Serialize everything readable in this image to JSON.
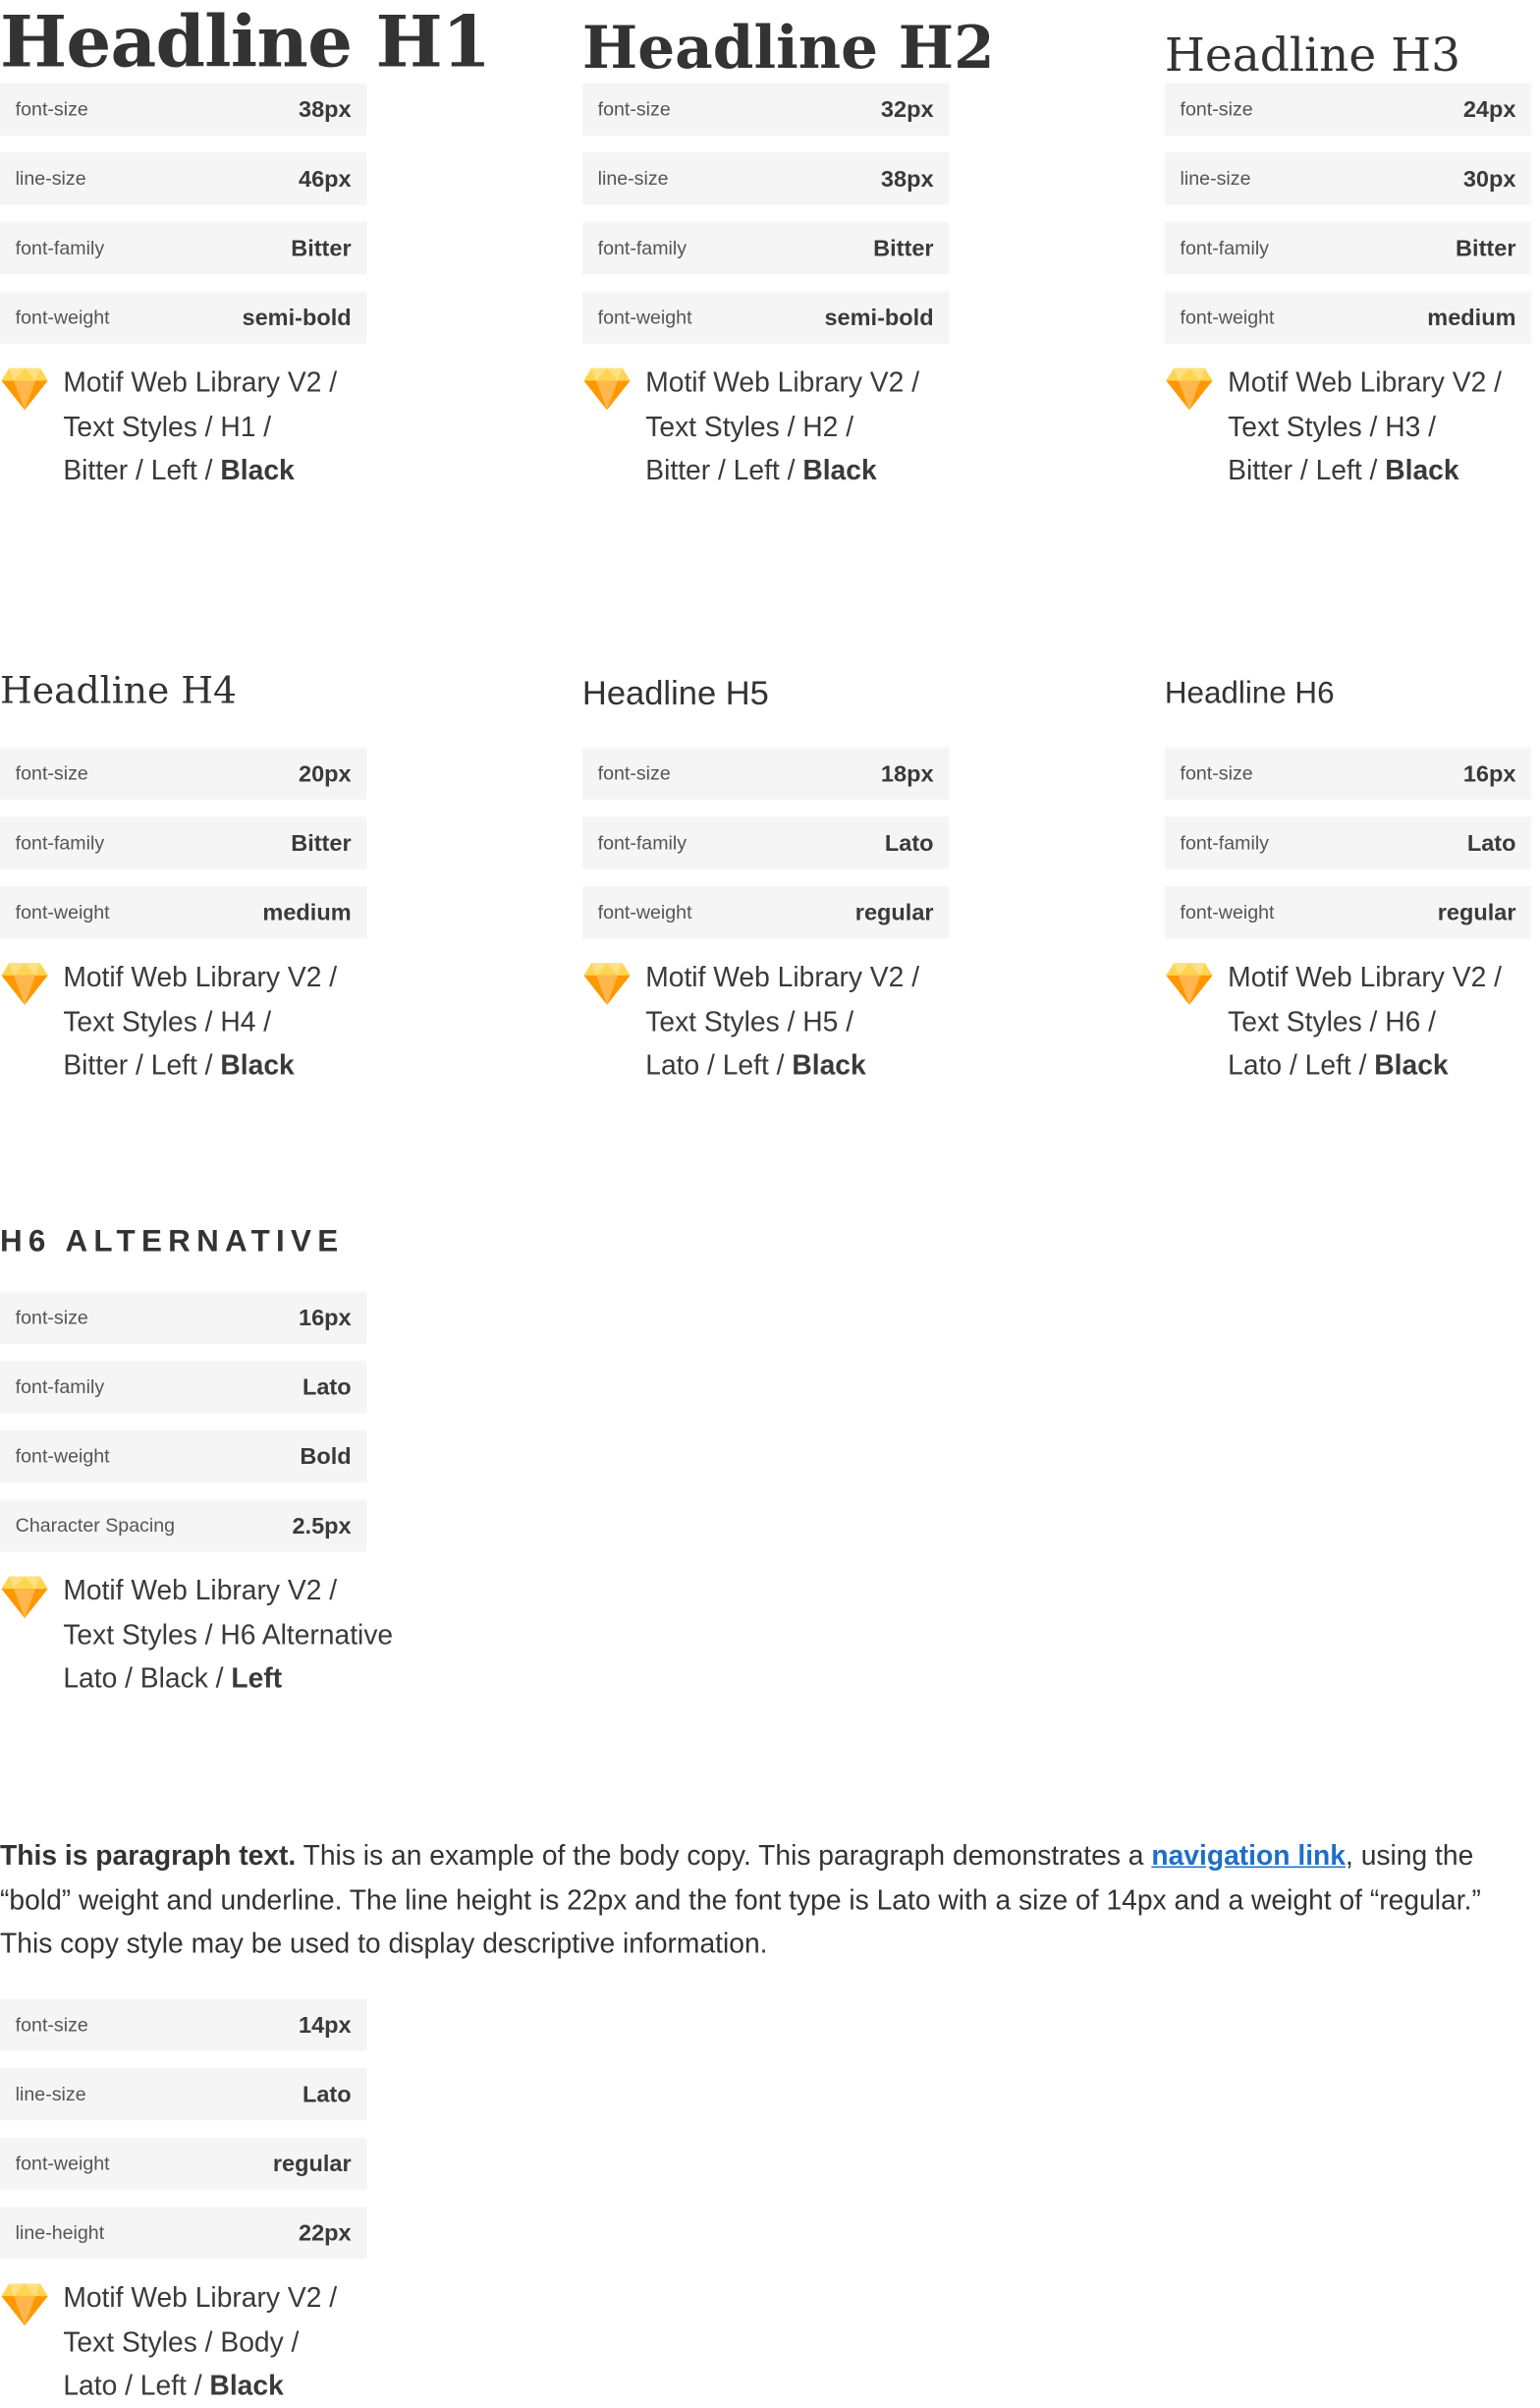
{
  "h1": {
    "title": "Headline H1",
    "props": [
      {
        "key": "font-size",
        "value": "38px"
      },
      {
        "key": "line-size",
        "value": "46px"
      },
      {
        "key": "font-family",
        "value": "Bitter"
      },
      {
        "key": "font-weight",
        "value": "semi-bold"
      }
    ],
    "ref": {
      "l1": "Motif Web Library V2 /",
      "l2": "Text Styles / H1 /",
      "l3": "Bitter / Left / ",
      "l3b": "Black"
    }
  },
  "h2": {
    "title": "Headline H2",
    "props": [
      {
        "key": "font-size",
        "value": "32px"
      },
      {
        "key": "line-size",
        "value": "38px"
      },
      {
        "key": "font-family",
        "value": "Bitter"
      },
      {
        "key": "font-weight",
        "value": "semi-bold"
      }
    ],
    "ref": {
      "l1": "Motif Web Library V2 /",
      "l2": "Text Styles / H2 /",
      "l3": "Bitter / Left / ",
      "l3b": "Black"
    }
  },
  "h3": {
    "title": "Headline H3",
    "props": [
      {
        "key": "font-size",
        "value": "24px"
      },
      {
        "key": "line-size",
        "value": "30px"
      },
      {
        "key": "font-family",
        "value": "Bitter"
      },
      {
        "key": "font-weight",
        "value": "medium"
      }
    ],
    "ref": {
      "l1": "Motif Web Library V2 /",
      "l2": "Text Styles / H3 /",
      "l3": "Bitter / Left / ",
      "l3b": "Black"
    }
  },
  "h4": {
    "title": "Headline H4",
    "props": [
      {
        "key": "font-size",
        "value": "20px"
      },
      {
        "key": "font-family",
        "value": "Bitter"
      },
      {
        "key": "font-weight",
        "value": "medium"
      }
    ],
    "ref": {
      "l1": "Motif Web Library V2 /",
      "l2": "Text Styles / H4 /",
      "l3": "Bitter / Left / ",
      "l3b": "Black"
    }
  },
  "h5": {
    "title": "Headline H5",
    "props": [
      {
        "key": "font-size",
        "value": "18px"
      },
      {
        "key": "font-family",
        "value": "Lato"
      },
      {
        "key": "font-weight",
        "value": "regular"
      }
    ],
    "ref": {
      "l1": "Motif Web Library V2 /",
      "l2": "Text Styles / H5 /",
      "l3": "Lato / Left / ",
      "l3b": "Black"
    }
  },
  "h6": {
    "title": "Headline H6",
    "props": [
      {
        "key": "font-size",
        "value": "16px"
      },
      {
        "key": "font-family",
        "value": "Lato"
      },
      {
        "key": "font-weight",
        "value": "regular"
      }
    ],
    "ref": {
      "l1": "Motif Web Library V2 /",
      "l2": "Text Styles / H6 /",
      "l3": "Lato / Left / ",
      "l3b": "Black"
    }
  },
  "h6alt": {
    "title": "H6 ALTERNATIVE",
    "props": [
      {
        "key": "font-size",
        "value": "16px"
      },
      {
        "key": "font-family",
        "value": "Lato"
      },
      {
        "key": "font-weight",
        "value": "Bold"
      },
      {
        "key": "Character Spacing",
        "value": "2.5px"
      }
    ],
    "ref": {
      "l1": "Motif Web Library V2 /",
      "l2": "Text Styles / H6 Alternative",
      "l3": "Lato / Black / ",
      "l3b": "Left"
    }
  },
  "paragraph": {
    "lead": "This is paragraph text.",
    "before_link": " This is an example of the body copy. This paragraph demonstrates a ",
    "link": "navigation link",
    "after_link": ", using the “bold” weight and underline. The line height is 22px and the font type is Lato with a size of 14px and a weight of “regular.” This copy style may be used to display descriptive information.",
    "props": [
      {
        "key": "font-size",
        "value": "14px"
      },
      {
        "key": "line-size",
        "value": "Lato"
      },
      {
        "key": "font-weight",
        "value": "regular"
      },
      {
        "key": "line-height",
        "value": "22px"
      }
    ],
    "ref": {
      "l1": "Motif Web Library V2 /",
      "l2": "Text Styles / Body /",
      "l3": "Lato / Left / ",
      "l3b": "Black"
    }
  },
  "colors": {
    "link": "#1e6fc9",
    "prop_bg": "#f5f5f5",
    "gem_top": "#ffd34d",
    "gem_bottom": "#ff9f0a"
  },
  "icons": {
    "sketch": "sketch-diamond-icon"
  }
}
